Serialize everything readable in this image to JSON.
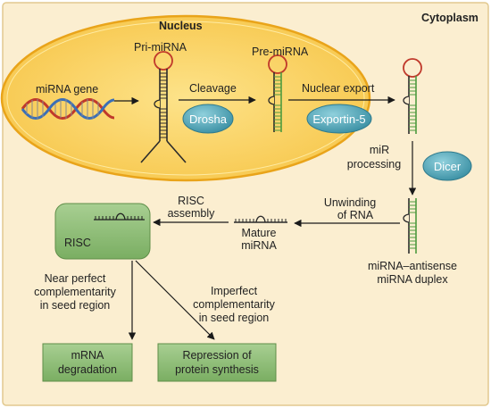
{
  "labels": {
    "nucleus": "Nucleus",
    "cytoplasm": "Cytoplasm",
    "pri_mirna": "Pri-miRNA",
    "pre_mirna": "Pre-miRNA",
    "mirna_gene": "miRNA gene",
    "cleavage": "Cleavage",
    "nuclear_export": "Nuclear export",
    "drosha": "Drosha",
    "exportin": "Exportin-5",
    "mir_processing_1": "miR",
    "mir_processing_2": "processing",
    "dicer": "Dicer",
    "unwinding_1": "Unwinding",
    "unwinding_2": "of RNA",
    "duplex_1": "miRNA–antisense",
    "duplex_2": "miRNA duplex",
    "risc_assembly_1": "RISC",
    "risc_assembly_2": "assembly",
    "mature_1": "Mature",
    "mature_2": "miRNA",
    "risc": "RISC",
    "near_1": "Near perfect",
    "near_2": "complementarity",
    "near_3": "in seed region",
    "imperfect_1": "Imperfect",
    "imperfect_2": "complementarity",
    "imperfect_3": "in seed region",
    "mrna_deg_1": "mRNA",
    "mrna_deg_2": "degradation",
    "repression_1": "Repression of",
    "repression_2": "protein synthesis"
  },
  "colors": {
    "cytoplasm": "#fbeed0",
    "nucleus": "#fbd96a",
    "nucleus_border": "#e9a41a",
    "oval": "#4aa3b6",
    "green_box": "#8cba78",
    "green_text": "#1f1f1f",
    "rna": "#2b2b2b",
    "loop": "#c0392b",
    "duplex_antisense": "#4e9a3e"
  }
}
